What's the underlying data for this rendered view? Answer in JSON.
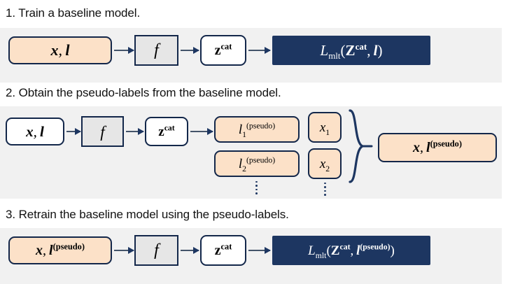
{
  "sections": [
    {
      "id": "s1",
      "heading": "1. Train a baseline model."
    },
    {
      "id": "s2",
      "heading": "2. Obtain the pseudo-labels from the baseline model."
    },
    {
      "id": "s3",
      "heading": "3. Retrain the baseline model using the pseudo-labels."
    }
  ],
  "colors": {
    "band_background": "#f1f1f1",
    "page_background": "#ffffff",
    "node_border": "#13274a",
    "orange_fill": "#fce1c8",
    "grey_fill": "#e6e6e6",
    "white_fill": "#ffffff",
    "navy_fill": "#1d3661",
    "navy_text": "#ffffff",
    "arrow": "#44546a",
    "heading_text": "#111111"
  },
  "row1": {
    "input": {
      "label": "x, l",
      "fill": "orange",
      "shape": "rounded"
    },
    "model": {
      "label": "f",
      "fill": "grey",
      "shape": "sharp"
    },
    "feature": {
      "label": "z^cat",
      "fill": "white",
      "shape": "rounded"
    },
    "loss": {
      "label": "L_mlt(Z^cat, l)",
      "fill": "navy",
      "shape": "sharp"
    },
    "arrows": 3
  },
  "row2": {
    "input": {
      "label": "x, l",
      "fill": "white",
      "shape": "rounded"
    },
    "model": {
      "label": "f",
      "fill": "grey",
      "shape": "sharp"
    },
    "feature": {
      "label": "z^cat",
      "fill": "white",
      "shape": "rounded"
    },
    "pseudo_labels": [
      {
        "label": "l_1^(pseudo)",
        "fill": "orange",
        "shape": "rounded"
      },
      {
        "label": "l_2^(pseudo)",
        "fill": "orange",
        "shape": "rounded"
      }
    ],
    "inputs_x": [
      {
        "label": "x_1",
        "fill": "orange",
        "shape": "rounded"
      },
      {
        "label": "x_2",
        "fill": "orange",
        "shape": "rounded"
      }
    ],
    "ellipsis": "vertical-dots",
    "brace": "right-curly-brace",
    "output": {
      "label": "x, l^(pseudo)",
      "fill": "orange",
      "shape": "rounded"
    },
    "arrows": 3
  },
  "row3": {
    "input": {
      "label": "x, l^(pseudo)",
      "fill": "orange",
      "shape": "rounded"
    },
    "model": {
      "label": "f",
      "fill": "grey",
      "shape": "sharp"
    },
    "feature": {
      "label": "z^cat",
      "fill": "white",
      "shape": "rounded"
    },
    "loss": {
      "label": "L_mlt(Z^cat, l^(pseudo))",
      "fill": "navy",
      "shape": "sharp"
    },
    "arrows": 3
  }
}
